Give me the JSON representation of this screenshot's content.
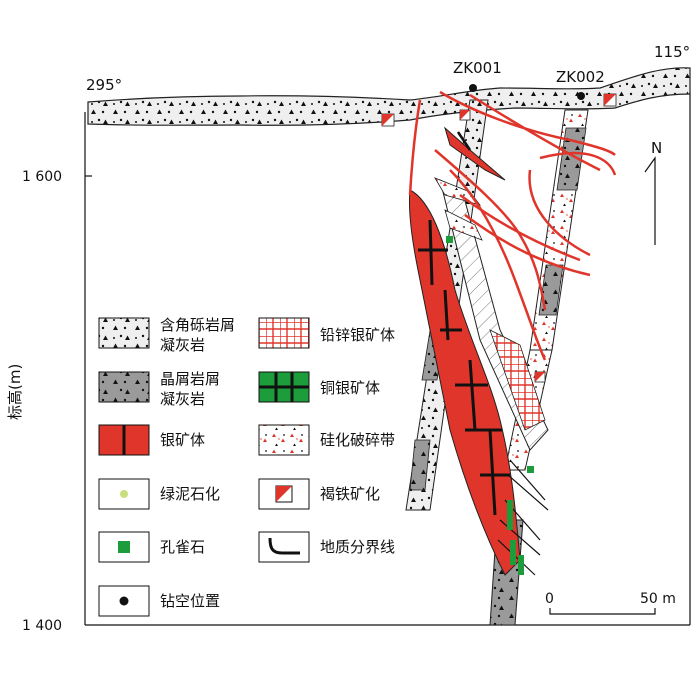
{
  "labels": {
    "left_azimuth": "295°",
    "right_azimuth": "115°",
    "north": "N",
    "y_axis_label": "标高(m)",
    "elev_top": "1 600",
    "elev_bottom": "1 400",
    "scale_zero": "0",
    "scale_end": "50 m"
  },
  "boreholes": [
    {
      "name": "ZK001"
    },
    {
      "name": "ZK002"
    }
  ],
  "legend": [
    {
      "label_lines": [
        "含角砾岩屑",
        "凝灰岩"
      ],
      "icon": "breccia-tuff"
    },
    {
      "label_lines": [
        "晶屑岩屑",
        "凝灰岩"
      ],
      "icon": "crystal-tuff"
    },
    {
      "label_lines": [
        "银矿体"
      ],
      "icon": "silver-orebody"
    },
    {
      "label_lines": [
        "绿泥石化"
      ],
      "icon": "chloritization"
    },
    {
      "label_lines": [
        "孔雀石"
      ],
      "icon": "malachite"
    },
    {
      "label_lines": [
        "钻空位置"
      ],
      "icon": "drill-hole"
    },
    {
      "label_lines": [
        "铅锌银矿体"
      ],
      "icon": "pb-zn-ag-orebody"
    },
    {
      "label_lines": [
        "铜银矿体"
      ],
      "icon": "cu-ag-orebody"
    },
    {
      "label_lines": [
        "硅化破碎带"
      ],
      "icon": "silicified-fracture-zone"
    },
    {
      "label_lines": [
        "褐铁矿化"
      ],
      "icon": "limonitization"
    },
    {
      "label_lines": [
        "地质分界线"
      ],
      "icon": "boundary-line"
    }
  ]
}
